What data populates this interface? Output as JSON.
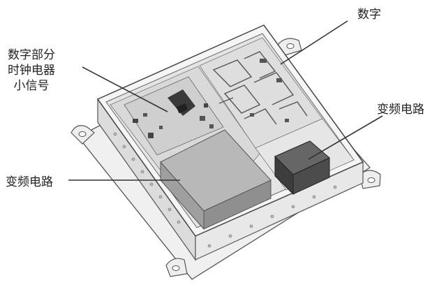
{
  "labels": {
    "digital": "数字",
    "clock_lines": [
      "数字部分",
      "时钟电器",
      "小信号"
    ],
    "freq_conversion_right": "变频电路",
    "freq_conversion_left": "变频电路"
  },
  "colors": {
    "line": "#333333",
    "enclosure": "#e6e6e6",
    "board": "#d8d8d8",
    "shield_light": "#b5b5b5",
    "shield_dark": "#4a4a4a"
  }
}
